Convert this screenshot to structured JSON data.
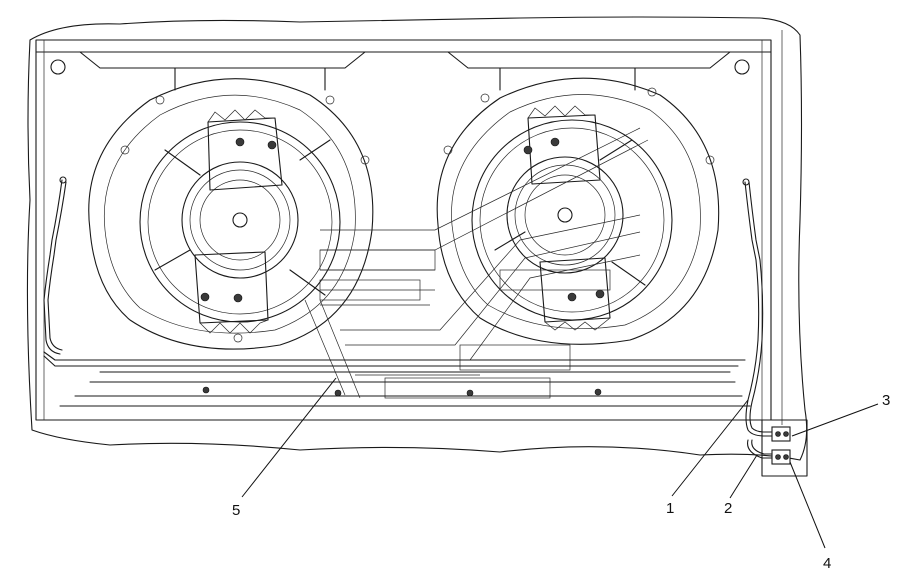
{
  "callouts": [
    {
      "id": "1",
      "label": "1"
    },
    {
      "id": "2",
      "label": "2"
    },
    {
      "id": "3",
      "label": "3"
    },
    {
      "id": "4",
      "label": "4"
    },
    {
      "id": "5",
      "label": "5"
    }
  ],
  "colors": {
    "line": "#1a1a1a",
    "background": "#ffffff"
  }
}
